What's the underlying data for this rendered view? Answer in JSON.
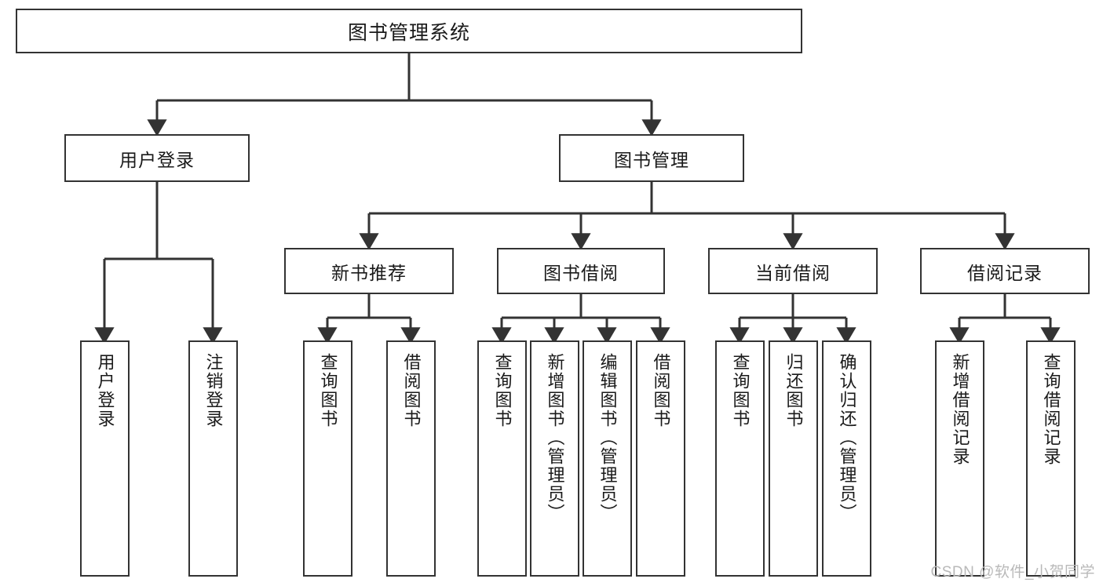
{
  "diagram": {
    "title": "图书管理系统",
    "type": "hierarchy-tree",
    "colors": {
      "box_border": "#333333",
      "box_fill": "#ffffff",
      "edge": "#333333",
      "text": "#1a1a1a",
      "watermark": "#b9b9b9",
      "background": "#ffffff"
    },
    "root": {
      "label": "图书管理系统"
    },
    "level2": [
      {
        "label": "用户登录"
      },
      {
        "label": "图书管理"
      }
    ],
    "level3": [
      {
        "label": "新书推荐"
      },
      {
        "label": "图书借阅"
      },
      {
        "label": "当前借阅"
      },
      {
        "label": "借阅记录"
      }
    ],
    "leaves": {
      "user_login": [
        {
          "label": "用户登录"
        },
        {
          "label": "注销登录"
        }
      ],
      "new_book_recommend": [
        {
          "label": "查询图书"
        },
        {
          "label": "借阅图书"
        }
      ],
      "book_borrow": [
        {
          "label": "查询图书"
        },
        {
          "label": "新增图书（管理员）"
        },
        {
          "label": "编辑图书（管理员）"
        },
        {
          "label": "借阅图书"
        }
      ],
      "current_borrow": [
        {
          "label": "查询图书"
        },
        {
          "label": "归还图书"
        },
        {
          "label": "确认归还（管理员）"
        }
      ],
      "borrow_record": [
        {
          "label": "新增借阅记录"
        },
        {
          "label": "查询借阅记录"
        }
      ]
    },
    "watermark": "CSDN @软件_小贺同学"
  }
}
